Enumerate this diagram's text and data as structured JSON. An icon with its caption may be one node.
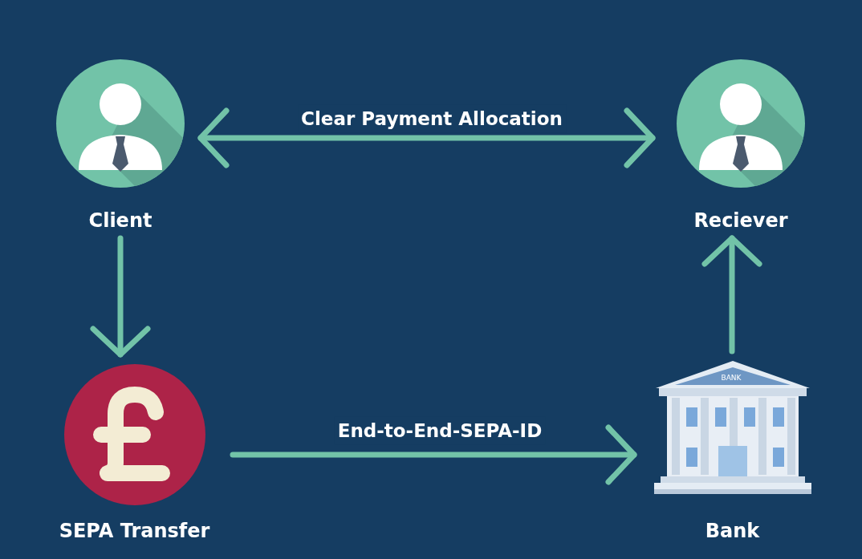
{
  "diagram": {
    "nodes": [
      {
        "text": [
          "Client"
        ]
      },
      {
        "text": [
          "Reciever"
        ]
      },
      {
        "text": [
          "SEPA Transfer"
        ]
      },
      {
        "text": [
          "Bank"
        ]
      }
    ],
    "edges": [
      {
        "from": 0,
        "to": 1,
        "arrow": "both",
        "label": "Clear Payment Allocation"
      },
      {
        "from": 0,
        "to": 2,
        "arrow": "to"
      },
      {
        "from": 2,
        "to": 3,
        "arrow": "to",
        "label": "End-to-End-SEPA-ID"
      },
      {
        "from": 3,
        "to": 1,
        "arrow": "to"
      }
    ],
    "labels": [
      "BANK"
    ]
  }
}
